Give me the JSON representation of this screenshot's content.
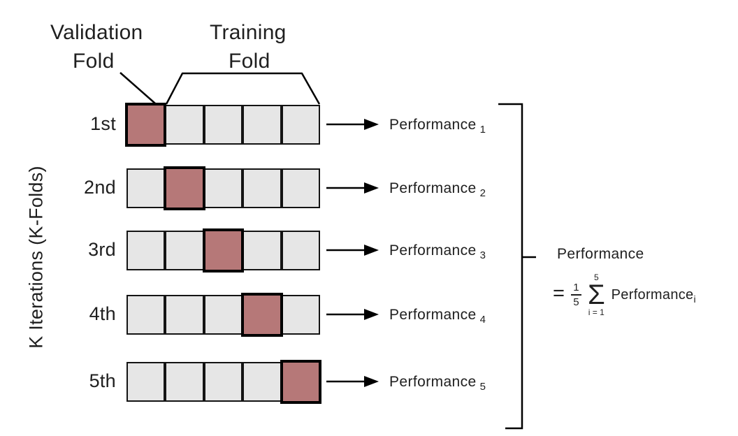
{
  "labels": {
    "y_axis": "K Iterations (K-Folds)",
    "validation": [
      "Validation",
      "Fold"
    ],
    "training": [
      "Training",
      "Fold"
    ]
  },
  "folds_per_row": 5,
  "rows": [
    {
      "label": "1st",
      "validation_index": 0,
      "performance_label": "Performance",
      "performance_subscript": "1"
    },
    {
      "label": "2nd",
      "validation_index": 1,
      "performance_label": "Performance",
      "performance_subscript": "2"
    },
    {
      "label": "3rd",
      "validation_index": 2,
      "performance_label": "Performance",
      "performance_subscript": "3"
    },
    {
      "label": "4th",
      "validation_index": 3,
      "performance_label": "Performance",
      "performance_subscript": "4"
    },
    {
      "label": "5th",
      "validation_index": 4,
      "performance_label": "Performance",
      "performance_subscript": "5"
    }
  ],
  "formula": {
    "result_label": "Performance",
    "equals_sign": "=",
    "fraction_numerator": "1",
    "fraction_denominator": "5",
    "sum_symbol": "Σ",
    "sum_upper_limit": "5",
    "sum_lower_limit": "i = 1",
    "term_label": "Performance",
    "term_subscript": "i"
  },
  "colors": {
    "validation_fill": "#b67878",
    "training_fill": "#e6e6e6",
    "line": "#000000",
    "text": "#1f1f1f"
  }
}
